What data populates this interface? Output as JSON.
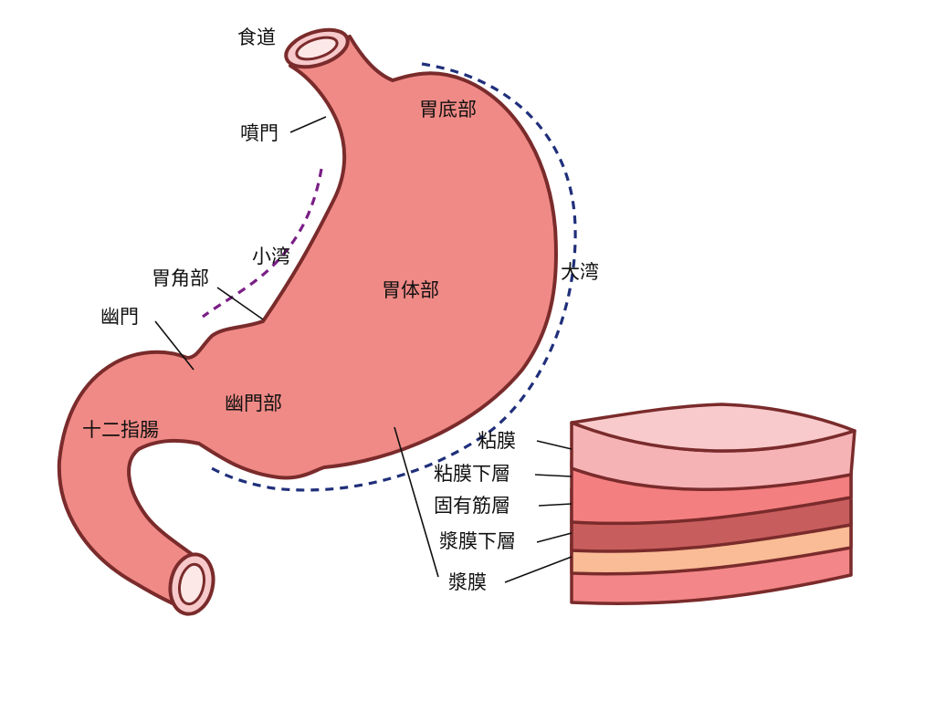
{
  "colors": {
    "stomach_fill": "#f08a86",
    "outline": "#7a2b2b",
    "greater_curvature_dash": "#1f2f7a",
    "lesser_curvature_dash": "#7a1f86",
    "mucosa": "#f6b3b6",
    "submucosa": "#f47f80",
    "muscularis_propria": "#c85d5e",
    "subserosa": "#f9bc96",
    "serosa": "#f38688",
    "lumen": "#f7c9cb"
  },
  "labels": {
    "esophagus": "食道",
    "cardia": "噴門",
    "fundus": "胃底部",
    "lesser_curvature": "小湾",
    "greater_curvature": "大湾",
    "angular": "胃角部",
    "body": "胃体部",
    "pylorus": "幽門",
    "antrum": "幽門部",
    "duodenum": "十二指腸"
  },
  "layers": [
    {
      "label": "粘膜",
      "color_key": "mucosa"
    },
    {
      "label": "粘膜下層",
      "color_key": "submucosa"
    },
    {
      "label": "固有筋層",
      "color_key": "muscularis_propria"
    },
    {
      "label": "漿膜下層",
      "color_key": "subserosa"
    },
    {
      "label": "漿膜",
      "color_key": "serosa"
    }
  ]
}
